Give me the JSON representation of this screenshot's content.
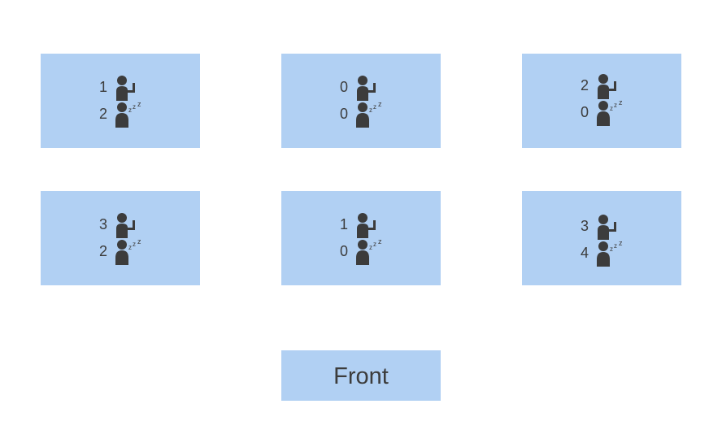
{
  "tables": [
    {
      "awake_count": "1",
      "asleep_count": "2"
    },
    {
      "awake_count": "0",
      "asleep_count": "0"
    },
    {
      "awake_count": "2",
      "asleep_count": "0"
    },
    {
      "awake_count": "3",
      "asleep_count": "2"
    },
    {
      "awake_count": "1",
      "asleep_count": "0"
    },
    {
      "awake_count": "3",
      "asleep_count": "4"
    }
  ],
  "front": {
    "label": "Front"
  },
  "icons": {
    "awake": "raised-hand-person-icon",
    "asleep": "sleeping-person-icon"
  },
  "colors": {
    "table_fill": "#b1d0f3",
    "icon": "#3c3c3c",
    "text": "#3c3c3c"
  }
}
